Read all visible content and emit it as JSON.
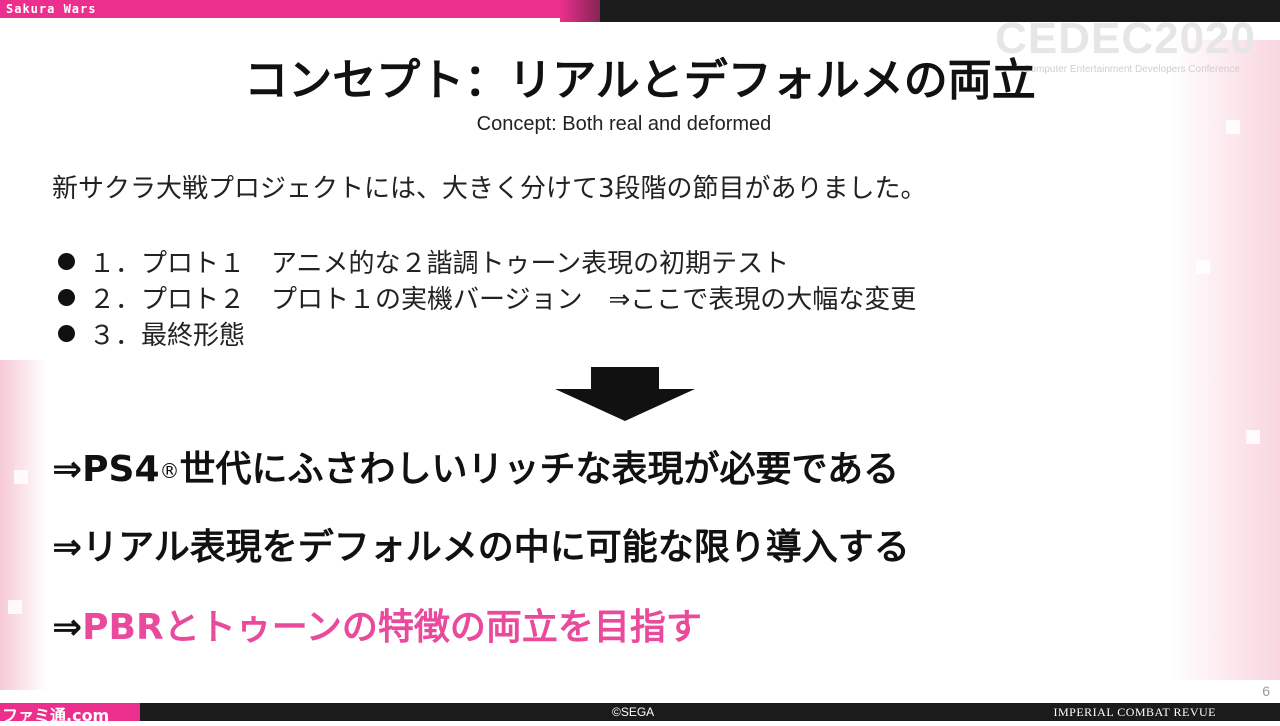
{
  "header": {
    "brand": "Sakura Wars",
    "event_logo": "CEDEC2020",
    "event_subtitle": "Computer Entertainment Developers Conference"
  },
  "slide": {
    "title": "コンセプト：リアルとデフォルメの両立",
    "subtitle": "Concept: Both real and deformed",
    "intro": "新サクラ大戦プロジェクトには、大きく分けて3段階の節目がありました。",
    "bullets": [
      "１．プロト１　アニメ的な２諧調トゥーン表現の初期テスト",
      "２．プロト２　プロト１の実機バージョン　⇒ここで表現の大幅な変更",
      "３．最終形態"
    ],
    "claim1_main": "⇒PS4",
    "claim1_reg": "®",
    "claim1_rest": "世代にふさわしいリッチな表現が必要である",
    "claim2": "⇒リアル表現をデフォルメの中に可能な限り導入する",
    "claim3_arrow": "⇒",
    "claim3_text": "PBRとトゥーンの特徴の両立を目指す",
    "page_number": "6"
  },
  "footer": {
    "watermark": "ファミ通.com",
    "copyright": "©SEGA",
    "series": "IMPERIAL COMBAT REVUE"
  },
  "colors": {
    "accent_pink": "#ec2f8c",
    "highlight_pink": "#e94a9c",
    "dark": "#1b1b1b"
  }
}
